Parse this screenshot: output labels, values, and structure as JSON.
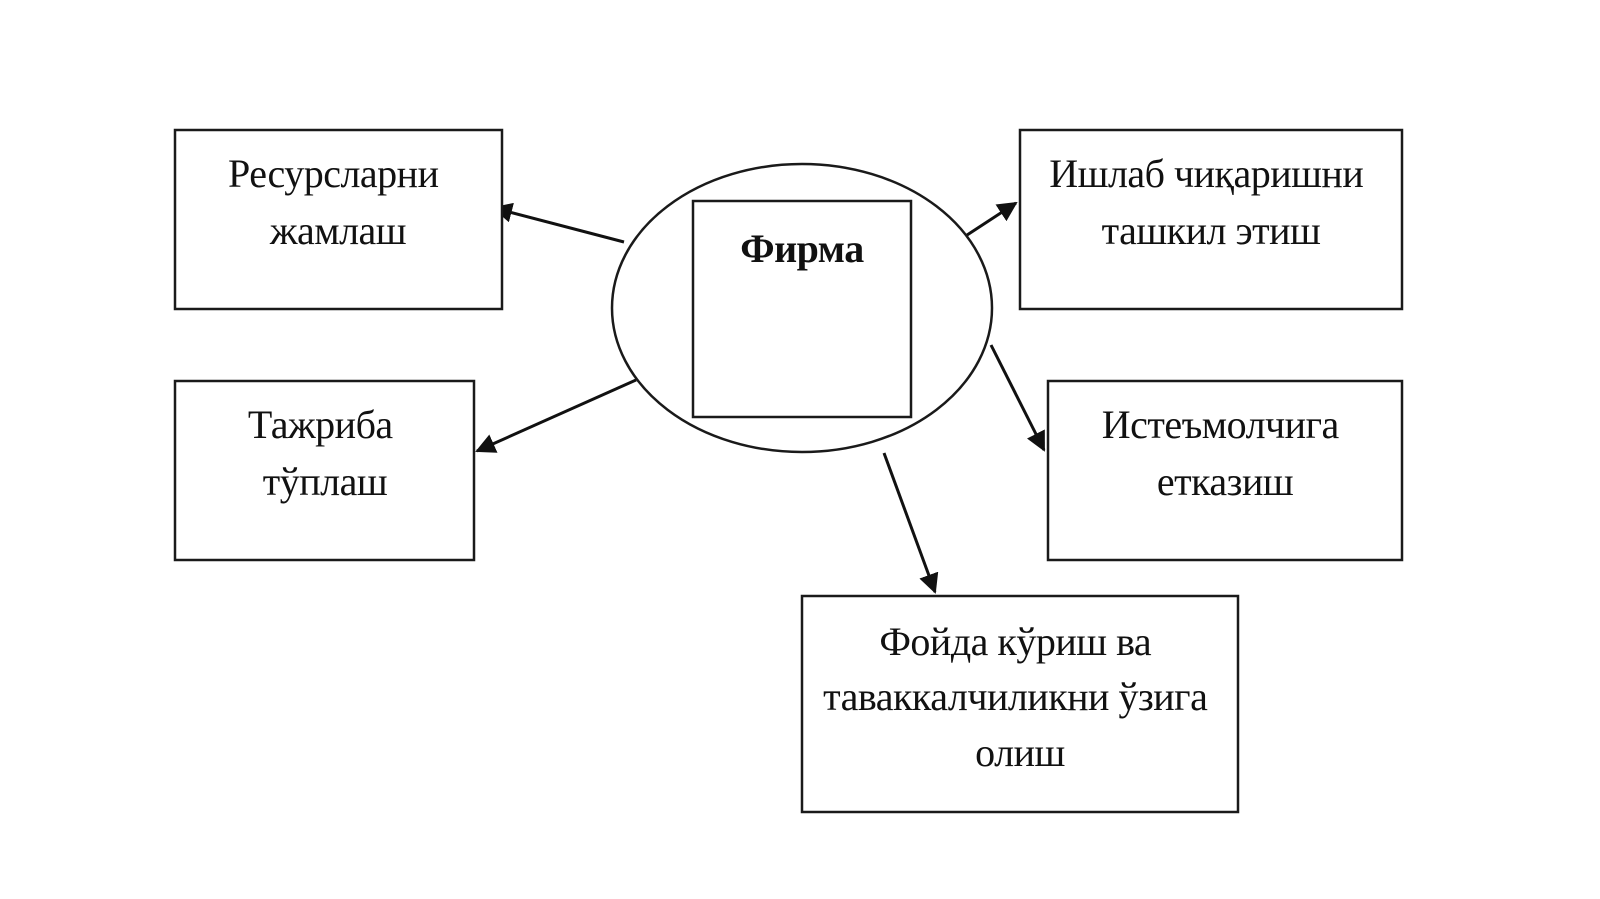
{
  "center": {
    "label": "Фирма"
  },
  "nodes": [
    {
      "id": "resources",
      "lines": [
        "Ресурсларни",
        "жамлаш"
      ]
    },
    {
      "id": "experience",
      "lines": [
        "Тажриба",
        "тўплаш"
      ]
    },
    {
      "id": "production",
      "lines": [
        "Ишлаб чиқаришни",
        "ташкил этиш"
      ]
    },
    {
      "id": "consumer",
      "lines": [
        "Истеъмолчига",
        "етказиш"
      ]
    },
    {
      "id": "profit",
      "lines": [
        "Фойда кўриш ва",
        "таваккалчиликни ўзига",
        "олиш"
      ]
    }
  ],
  "edges": [
    {
      "from": "center",
      "to": "resources"
    },
    {
      "from": "center",
      "to": "experience"
    },
    {
      "from": "center",
      "to": "production"
    },
    {
      "from": "center",
      "to": "consumer"
    },
    {
      "from": "center",
      "to": "profit"
    }
  ],
  "colors": {
    "stroke": "#1a1a1a",
    "text": "#111111",
    "background": "#ffffff"
  }
}
